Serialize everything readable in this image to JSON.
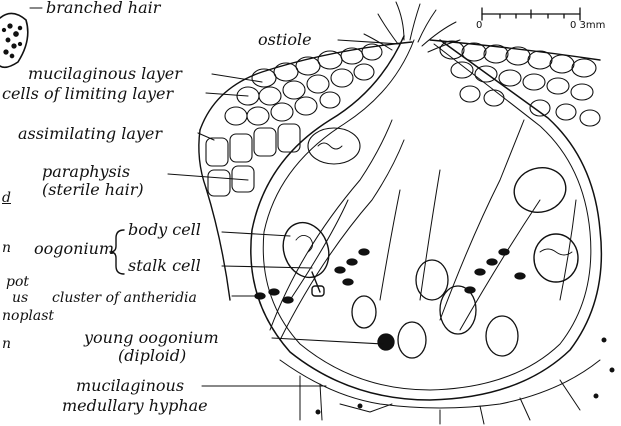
{
  "labels": {
    "branched_hair": "branched hair",
    "ostiole": "ostiole",
    "mucilaginous_layer": "mucilaginous layer",
    "cells_limiting_layer": "cells of limiting layer",
    "assimilating_layer": "assimilating layer",
    "paraphysis": "paraphysis",
    "sterile_hair": "(sterile hair)",
    "oogonium": "oogonium",
    "body_cell": "body cell",
    "stalk_cell": "stalk cell",
    "cluster_antheridia": "cluster of antheridia",
    "young_oogonium": "young oogonium",
    "diploid": "(diploid)",
    "mucilaginous_medullary_1": "mucilaginous",
    "mucilaginous_medullary_2": "medullary hyphae"
  },
  "cut_off_left": {
    "t1": "d",
    "t2": "n",
    "t3": "pot",
    "t4": "us",
    "t5": "noplast",
    "t6": "n"
  },
  "scale_bar": {
    "start": "0",
    "end": "0 3mm"
  },
  "colors": {
    "ink": "#111111",
    "paper": "#ffffff"
  }
}
